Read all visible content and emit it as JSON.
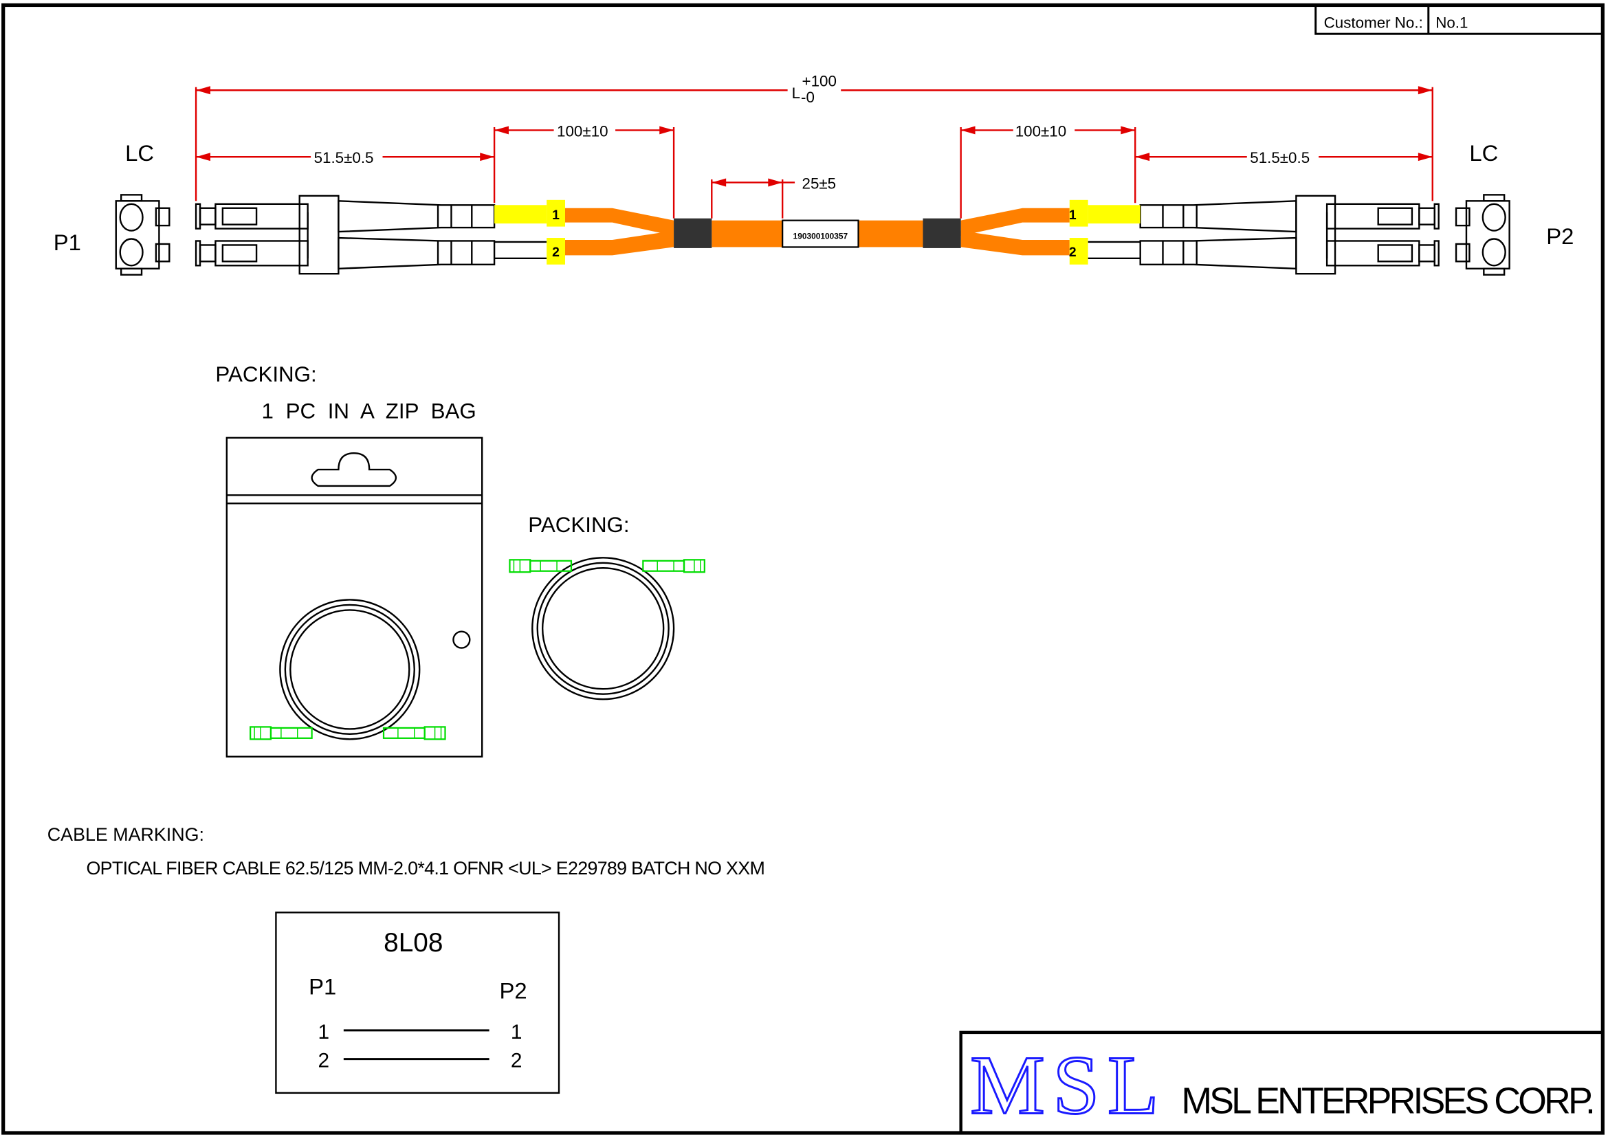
{
  "title_block": {
    "customer_label": "Customer No.:",
    "customer_value": "No.1"
  },
  "dimensions": {
    "overall": {
      "base": "L",
      "upper": "+100",
      "lower": "-0"
    },
    "connector_length_left": "51.5±0.5",
    "connector_length_right": "51.5±0.5",
    "breakout_left": "100±10",
    "breakout_right": "100±10",
    "label_offset": "25±5"
  },
  "cable": {
    "label_text": "190300100357",
    "marker_1": "1",
    "marker_2": "2",
    "colors": {
      "jacket": "#ff8000",
      "boot": "#ffff00",
      "splitter": "#333333",
      "dimension": "#e00000",
      "packing_connector": "#00ff00"
    }
  },
  "ends": {
    "left": {
      "type": "LC",
      "port": "P1"
    },
    "right": {
      "type": "LC",
      "port": "P2"
    }
  },
  "packing": {
    "heading_1": "PACKING:",
    "description": "1 PC IN A ZIP BAG",
    "heading_2": "PACKING:"
  },
  "cable_marking": {
    "heading": "CABLE MARKING:",
    "text": "OPTICAL FIBER CABLE 62.5/125 MM-2.0*4.1 OFNR <UL> E229789 BATCH NO XXM"
  },
  "polarity": {
    "title": "8L08",
    "left_port": "P1",
    "right_port": "P2",
    "rows": [
      {
        "left": "1",
        "right": "1"
      },
      {
        "left": "2",
        "right": "2"
      }
    ]
  },
  "company": {
    "logo": "MSL",
    "name": "MSL ENTERPRISES CORP.",
    "logo_color": "#1a1aff"
  }
}
